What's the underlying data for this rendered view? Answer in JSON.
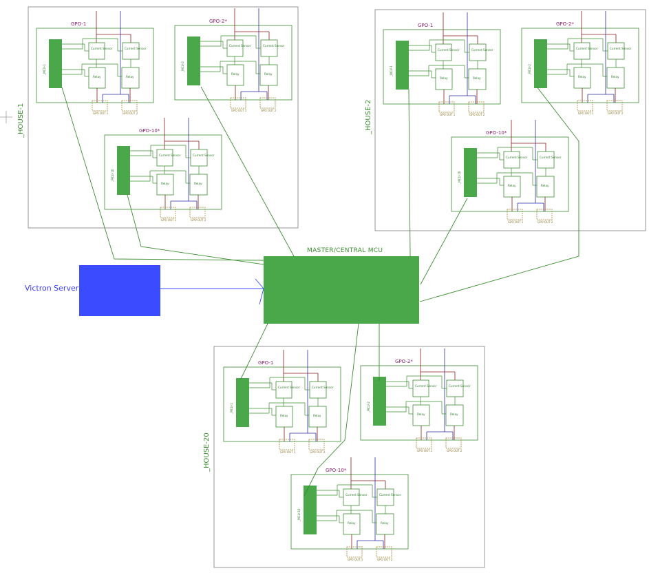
{
  "diagram": {
    "master": {
      "label": "MASTER/CENTRAL MCU"
    },
    "victron": {
      "label": "Victron Server"
    },
    "houses": [
      {
        "label": "_HOUSE-1",
        "gpos": [
          {
            "label": "GPO-1",
            "mcu": "_MCU-1"
          },
          {
            "label": "GPO-2*",
            "mcu": "_MCU-2"
          },
          {
            "label": "GPO-10*",
            "mcu": "_MCU-10"
          }
        ]
      },
      {
        "label": "_HOUSE-2",
        "gpos": [
          {
            "label": "GPO-1",
            "mcu": "_MCU-1"
          },
          {
            "label": "GPO-2*",
            "mcu": "_MCU-2"
          },
          {
            "label": "GPO-10*",
            "mcu": "_MCU-10"
          }
        ]
      },
      {
        "label": "_HOUSE-20",
        "gpos": [
          {
            "label": "GPO-1",
            "mcu": "_MCU-1"
          },
          {
            "label": "GPO-2*",
            "mcu": "_MCU-2"
          },
          {
            "label": "GPO-10*",
            "mcu": "_MCU-10"
          }
        ]
      }
    ],
    "component_labels": {
      "current_sensor": "Current Sensor",
      "relay": "Relay",
      "gpo_out_1": "GPO OUT 1",
      "gpo_out_2": "GPO OUT 2"
    },
    "colors": {
      "green": "#4aa84a",
      "line_green": "#3a8c2e",
      "live": "#8b1a1a",
      "neutral": "#2a2aa8",
      "outlet": "#a8893a",
      "victron": "#3b4bff",
      "gpo_label": "#8b1f6e"
    }
  }
}
